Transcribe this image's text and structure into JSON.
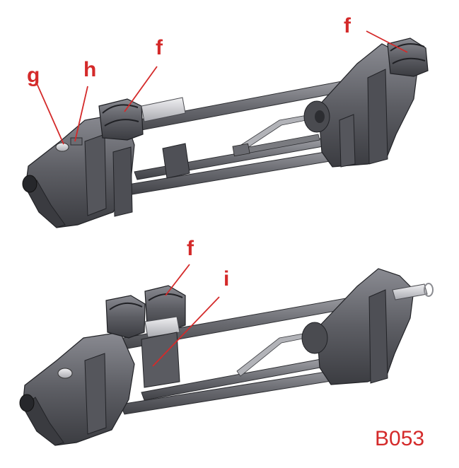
{
  "figure": {
    "code": "B053",
    "accent_color": "#d42a2a",
    "part_color": "#5a5b60",
    "top_view": {
      "callouts": [
        {
          "id": "g",
          "letter": "g"
        },
        {
          "id": "h",
          "letter": "h"
        },
        {
          "id": "f-left",
          "letter": "f"
        },
        {
          "id": "f-right",
          "letter": "f"
        }
      ]
    },
    "bottom_view": {
      "callouts": [
        {
          "id": "f",
          "letter": "f"
        },
        {
          "id": "i",
          "letter": "i"
        }
      ]
    }
  }
}
